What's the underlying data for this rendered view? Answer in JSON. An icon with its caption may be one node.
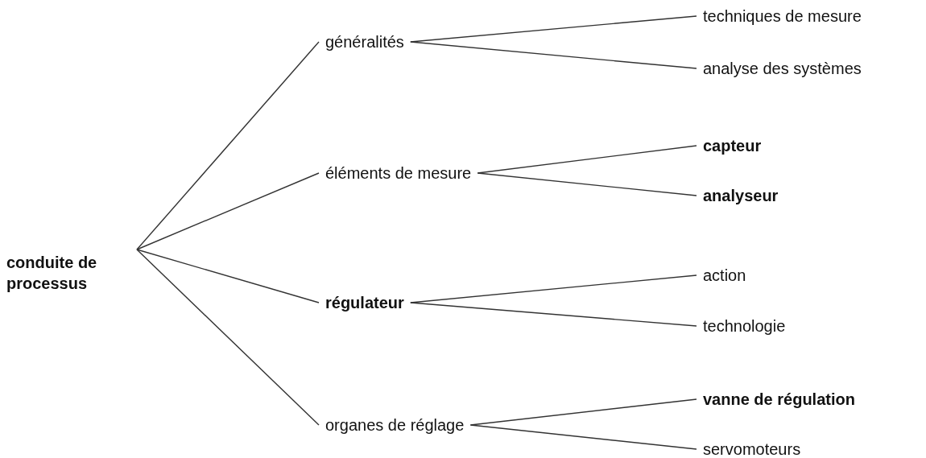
{
  "diagram": {
    "nodes": [
      {
        "text": [
          "conduite de processus"
        ]
      },
      {
        "text": [
          "généralités"
        ]
      },
      {
        "text": [
          "éléments de mesure"
        ]
      },
      {
        "text": [
          "régulateur"
        ]
      },
      {
        "text": [
          "organes de réglage"
        ]
      },
      {
        "text": [
          "techniques de mesure"
        ]
      },
      {
        "text": [
          "analyse des systèmes"
        ]
      },
      {
        "text": [
          "capteur"
        ]
      },
      {
        "text": [
          "analyseur"
        ]
      },
      {
        "text": [
          "action"
        ]
      },
      {
        "text": [
          "technologie"
        ]
      },
      {
        "text": [
          "vanne de régulation"
        ]
      },
      {
        "text": [
          "servomoteurs"
        ]
      }
    ],
    "edges": [
      {
        "from": 0,
        "to": 1,
        "arrow": "none"
      },
      {
        "from": 0,
        "to": 2,
        "arrow": "none"
      },
      {
        "from": 0,
        "to": 3,
        "arrow": "none"
      },
      {
        "from": 0,
        "to": 4,
        "arrow": "none"
      },
      {
        "from": 1,
        "to": 5,
        "arrow": "none"
      },
      {
        "from": 1,
        "to": 6,
        "arrow": "none"
      },
      {
        "from": 2,
        "to": 7,
        "arrow": "none"
      },
      {
        "from": 2,
        "to": 8,
        "arrow": "none"
      },
      {
        "from": 3,
        "to": 9,
        "arrow": "none"
      },
      {
        "from": 3,
        "to": 10,
        "arrow": "none"
      },
      {
        "from": 4,
        "to": 11,
        "arrow": "none"
      },
      {
        "from": 4,
        "to": 12,
        "arrow": "none"
      }
    ]
  }
}
